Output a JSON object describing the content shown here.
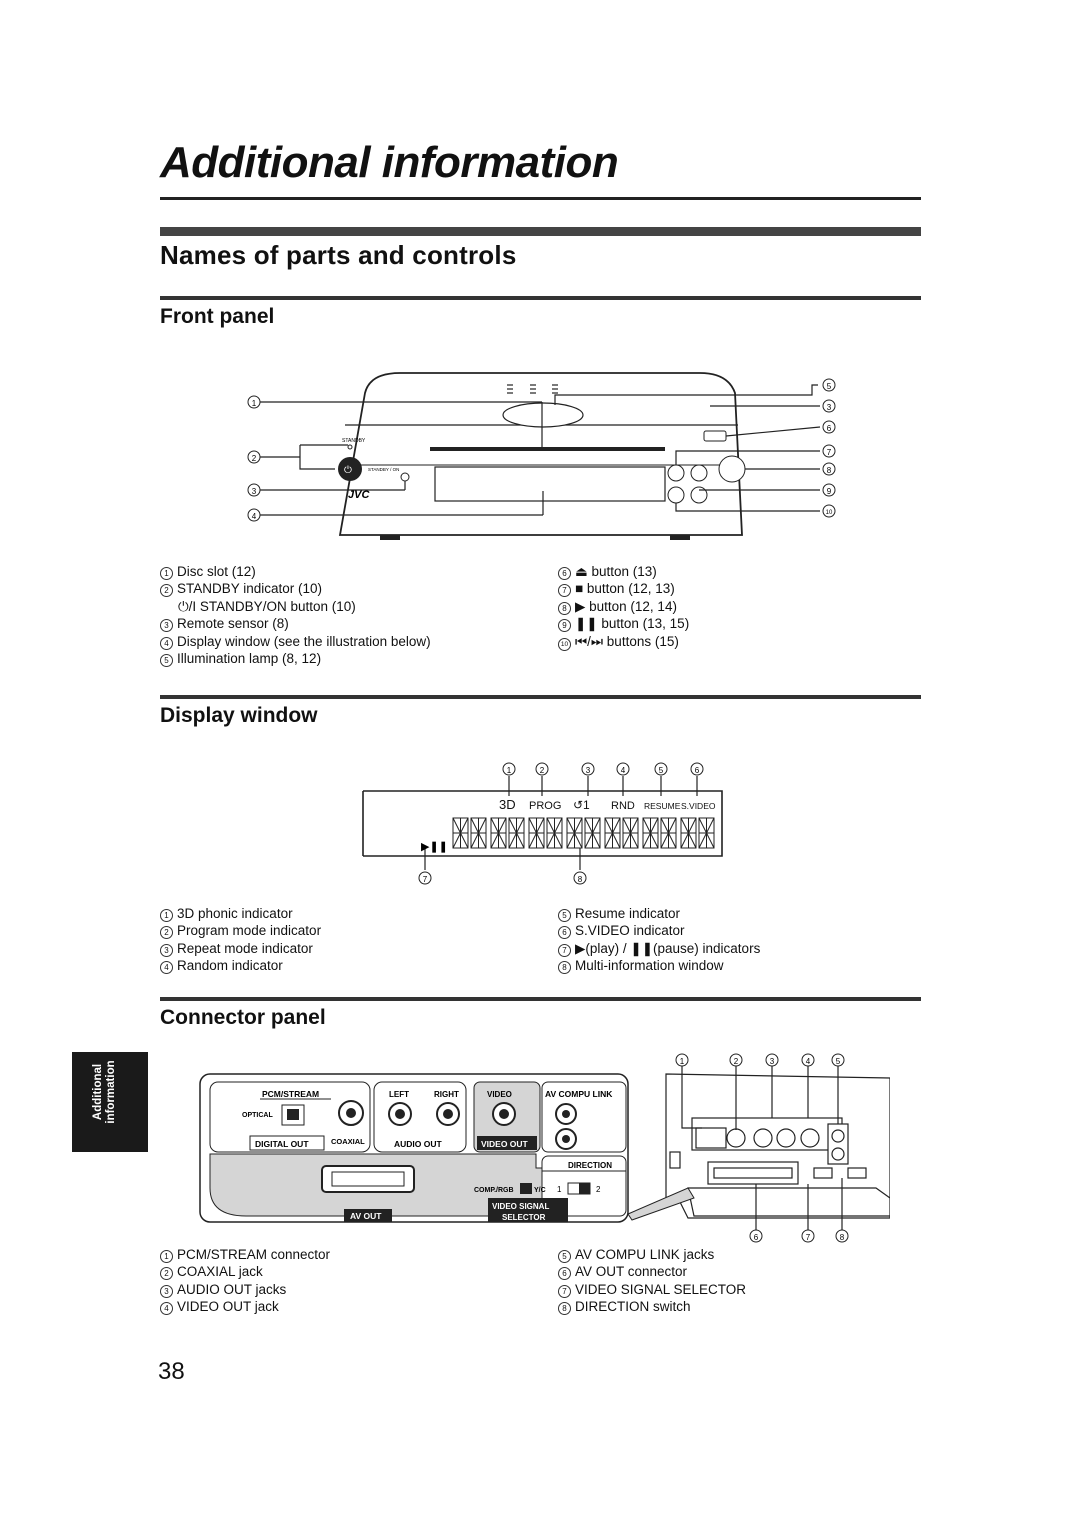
{
  "page": {
    "title": "Additional information",
    "section_title": "Names of parts and controls",
    "page_number": "38",
    "side_tab": {
      "line1": "Additional",
      "line2": "information"
    }
  },
  "front_panel": {
    "heading": "Front panel",
    "callouts": [
      "1",
      "2",
      "3",
      "4",
      "5",
      "3",
      "6",
      "7",
      "8",
      "9",
      "10"
    ],
    "device_labels": {
      "standby": "STANDBY",
      "standby_on": "STANDBY / ON",
      "brand": "JVC"
    },
    "items_left": [
      {
        "num": "1",
        "text": "Disc slot (12)"
      },
      {
        "num": "2",
        "text": "STANDBY indicator (10)"
      },
      {
        "num": "",
        "text": "⏻/I STANDBY/ON button (10)"
      },
      {
        "num": "3",
        "text": "Remote sensor (8)"
      },
      {
        "num": "4",
        "text": "Display window (see the illustration below)"
      },
      {
        "num": "5",
        "text": "Illumination lamp (8, 12)"
      }
    ],
    "items_right": [
      {
        "num": "6",
        "text": "⏏ button (13)"
      },
      {
        "num": "7",
        "text": "■ button (12, 13)"
      },
      {
        "num": "8",
        "text": "▶ button (12, 14)"
      },
      {
        "num": "9",
        "text": "❚❚ button (13, 15)"
      },
      {
        "num": "10",
        "text": "⏮/⏭ buttons (15)"
      }
    ]
  },
  "display_window": {
    "heading": "Display window",
    "indicators": [
      "3D",
      "PROG",
      "↺1",
      "RND",
      "RESUME",
      "S.VIDEO"
    ],
    "play_pause": "▶❚❚",
    "items_left": [
      {
        "num": "1",
        "text": "3D phonic indicator"
      },
      {
        "num": "2",
        "text": "Program mode indicator"
      },
      {
        "num": "3",
        "text": "Repeat mode indicator"
      },
      {
        "num": "4",
        "text": "Random indicator"
      }
    ],
    "items_right": [
      {
        "num": "5",
        "text": "Resume indicator"
      },
      {
        "num": "6",
        "text": "S.VIDEO indicator"
      },
      {
        "num": "7",
        "text": "▶(play) / ❚❚(pause) indicators"
      },
      {
        "num": "8",
        "text": "Multi-information window"
      }
    ]
  },
  "connector_panel": {
    "heading": "Connector panel",
    "labels": {
      "pcm": "PCM/STREAM",
      "optical": "OPTICAL",
      "digital_out": "DIGITAL OUT",
      "coaxial": "COAXIAL",
      "left": "LEFT",
      "right": "RIGHT",
      "audio_out": "AUDIO OUT",
      "video": "VIDEO",
      "video_out": "VIDEO OUT",
      "av_compu_link": "AV COMPU LINK",
      "direction": "DIRECTION",
      "comp_rgb": "COMP./RGB",
      "yc": "Y/C",
      "video_signal": "VIDEO SIGNAL",
      "selector": "SELECTOR",
      "av_out": "AV OUT",
      "one": "1",
      "two": "2"
    },
    "items_left": [
      {
        "num": "1",
        "text": "PCM/STREAM connector"
      },
      {
        "num": "2",
        "text": "COAXIAL jack"
      },
      {
        "num": "3",
        "text": "AUDIO OUT jacks"
      },
      {
        "num": "4",
        "text": "VIDEO OUT jack"
      }
    ],
    "items_right": [
      {
        "num": "5",
        "text": "AV COMPU LINK jacks"
      },
      {
        "num": "6",
        "text": "AV OUT connector"
      },
      {
        "num": "7",
        "text": "VIDEO SIGNAL SELECTOR"
      },
      {
        "num": "8",
        "text": "DIRECTION switch"
      }
    ]
  }
}
